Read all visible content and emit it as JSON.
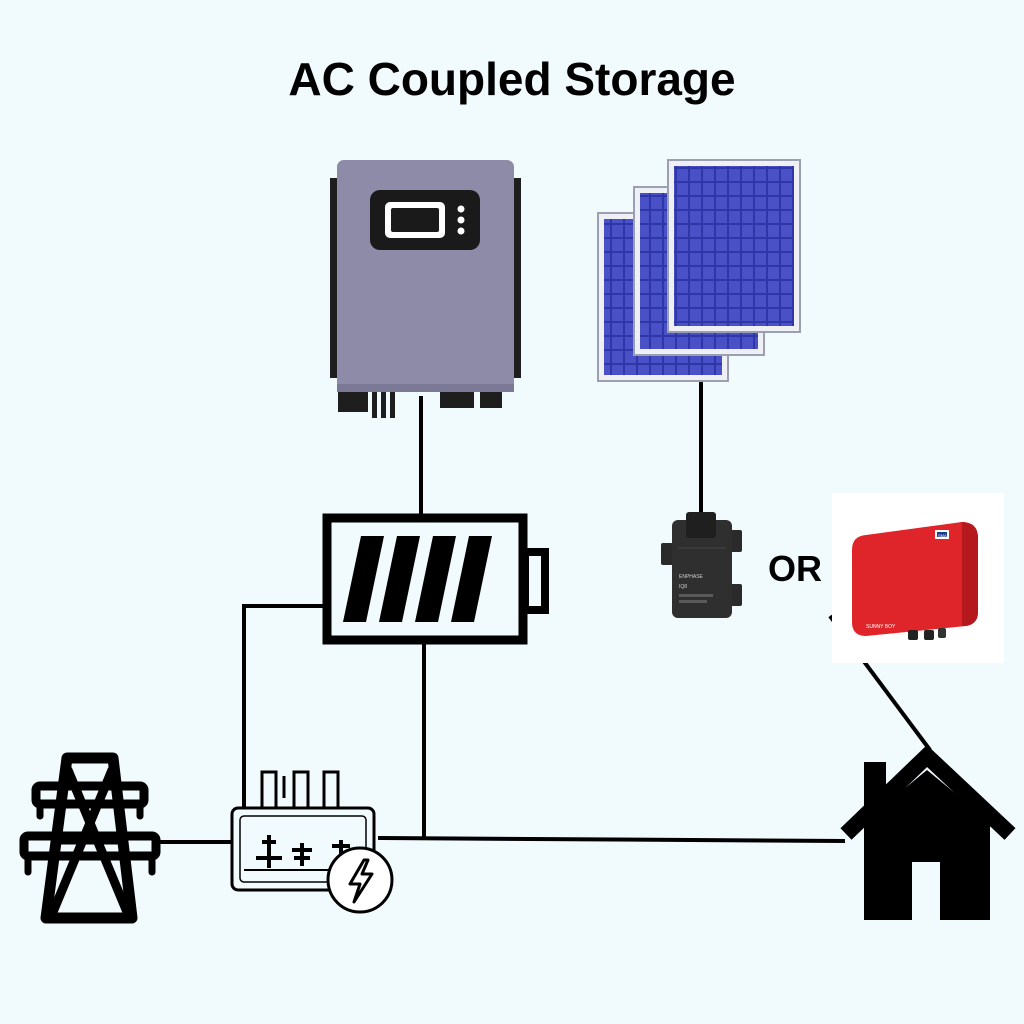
{
  "title": "AC Coupled Storage",
  "or_label": "OR",
  "microinverter": {
    "brand": "ENPHASE",
    "model": "IQ8"
  },
  "string_inverter": {
    "brand": "SMA",
    "model": "SUNNY BOY"
  },
  "colors": {
    "background": "#f1fafd",
    "inverter_body": "#8e8ba8",
    "solar_panel": "#3a3fb5",
    "string_inverter": "#e0252a",
    "lines": "#000000"
  }
}
